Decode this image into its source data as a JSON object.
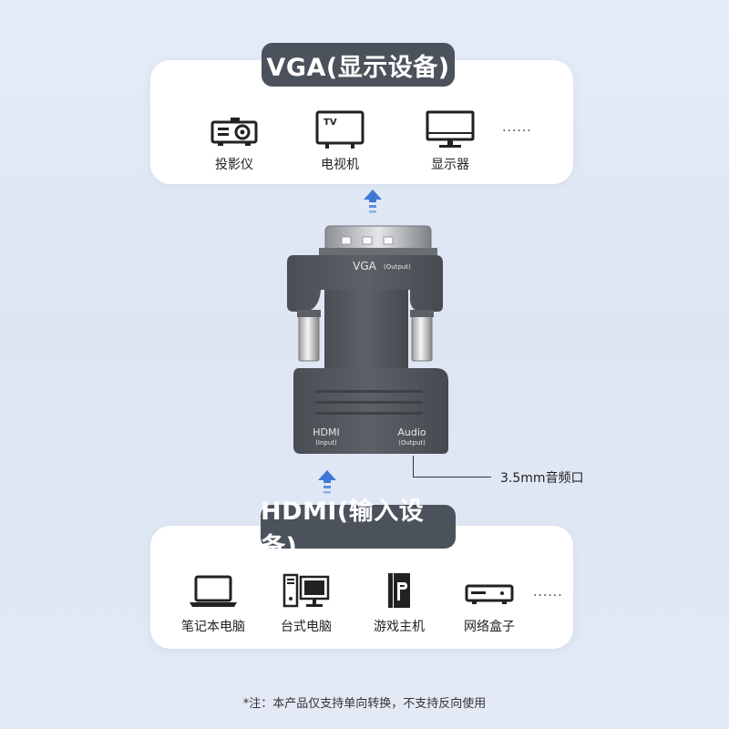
{
  "output_section": {
    "title": "VGA(显示设备)",
    "devices": [
      {
        "label": "投影仪",
        "icon": "projector-icon"
      },
      {
        "label": "电视机",
        "icon": "tv-icon"
      },
      {
        "label": "显示器",
        "icon": "monitor-icon"
      }
    ],
    "more": "......"
  },
  "input_section": {
    "title": "HDMI(输入设备)",
    "devices": [
      {
        "label": "笔记本电脑",
        "icon": "laptop-icon"
      },
      {
        "label": "台式电脑",
        "icon": "desktop-icon"
      },
      {
        "label": "游戏主机",
        "icon": "game-console-icon"
      },
      {
        "label": "网络盒子",
        "icon": "network-box-icon"
      }
    ],
    "more": "......"
  },
  "adapter": {
    "vga_label": "VGA",
    "vga_sub": "(Output)",
    "hdmi_label": "HDMI",
    "hdmi_sub": "(Input)",
    "audio_label": "Audio",
    "audio_sub": "(Output)",
    "tv_mark": "TV"
  },
  "callout": "3.5mm音频口",
  "footnote": "*注：本产品仅支持单向转换，不支持反向使用",
  "colors": {
    "pill": "#4b525b",
    "arrow": "#3d78d8",
    "device_body": "#55595f"
  }
}
